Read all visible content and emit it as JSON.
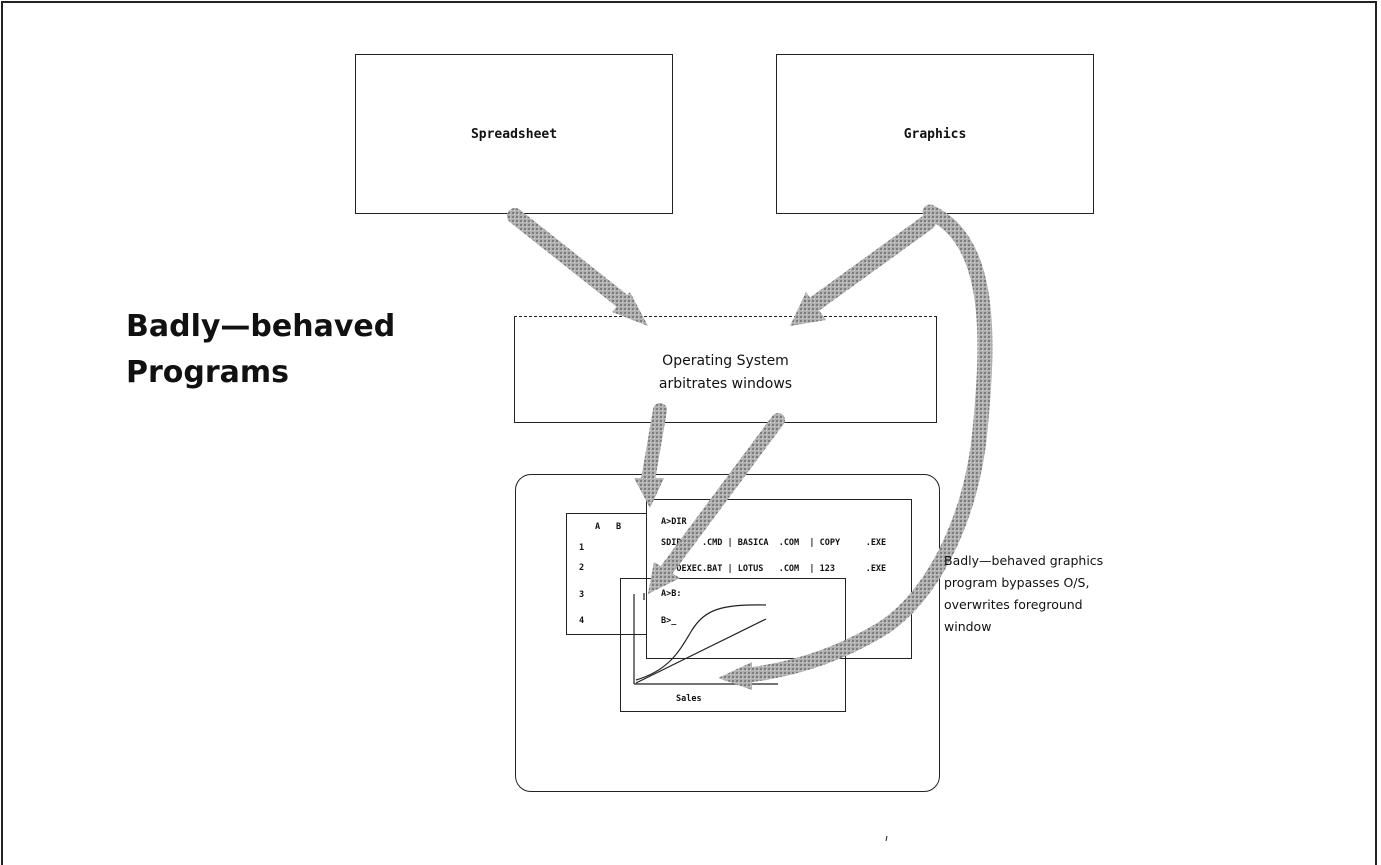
{
  "title": {
    "line1": "Badly—behaved",
    "line2": "Programs"
  },
  "boxes": {
    "spreadsheet": "Spreadsheet",
    "graphics": "Graphics",
    "os_line1": "Operating System",
    "os_line2": "arbitrates windows"
  },
  "spreadsheet_window": {
    "col_a": "A",
    "col_b": "B",
    "rows": [
      "1",
      "2",
      "3",
      "4"
    ]
  },
  "dos_window": {
    "line1": "A>DIR",
    "line2": "SDIR    .CMD | BASICA  .COM  | COPY     .EXE",
    "line3": "AUTOEXEC.BAT | LOTUS   .COM  | 123      .EXE",
    "line4": "A>B:",
    "line5": "B>_"
  },
  "graph_window": {
    "x_label": "Sales"
  },
  "annotation": {
    "line1": "Badly—behaved graphics",
    "line2": "program bypasses O/S,",
    "line3": "overwrites foreground",
    "line4": "window"
  },
  "colors": {
    "arrow": "#9a9a9a",
    "line": "#222222"
  }
}
